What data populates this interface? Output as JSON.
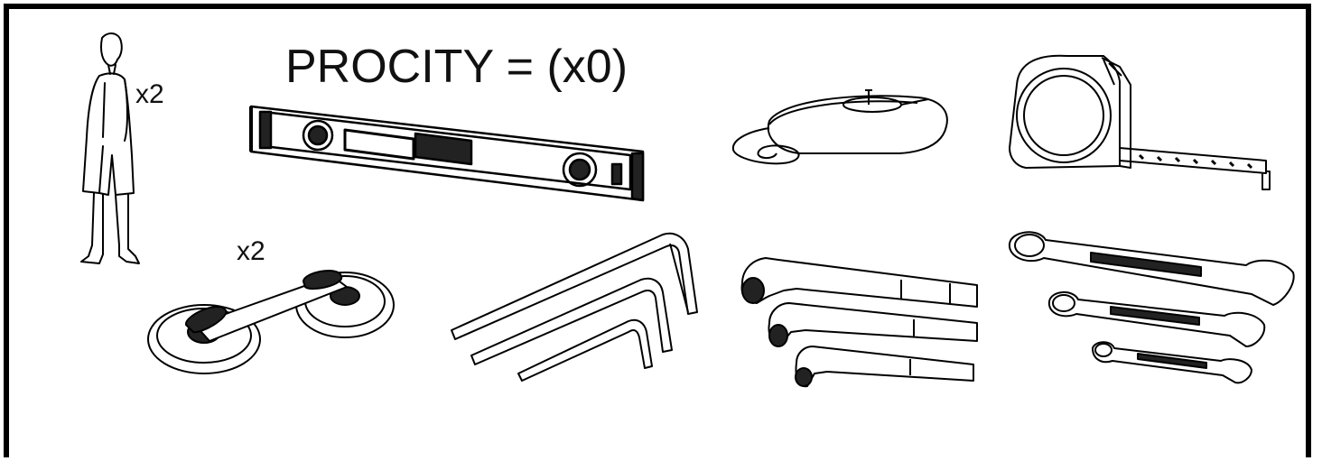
{
  "title": "PROCITY = (x0)",
  "tools": [
    {
      "name": "installer person",
      "quantity_label": "x2"
    },
    {
      "name": "spirit level",
      "quantity_label": ""
    },
    {
      "name": "chalk line reel",
      "quantity_label": ""
    },
    {
      "name": "tape measure",
      "quantity_label": ""
    },
    {
      "name": "suction cup lifter",
      "quantity_label": "x2"
    },
    {
      "name": "hex key set",
      "quantity_label": ""
    },
    {
      "name": "pipe socket wrenches",
      "quantity_label": ""
    },
    {
      "name": "combination wrenches",
      "quantity_label": ""
    }
  ],
  "colors": {
    "line": "#000000",
    "background": "#ffffff"
  }
}
